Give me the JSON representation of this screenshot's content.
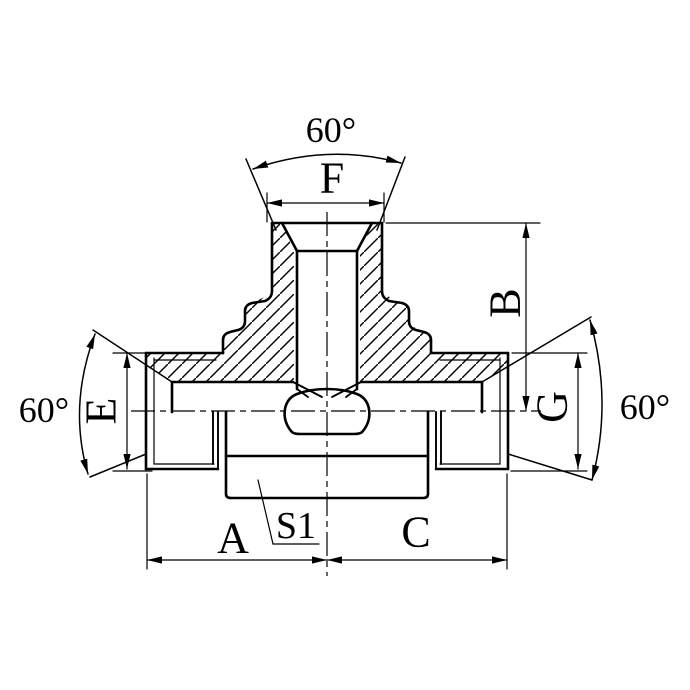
{
  "page": {
    "background": "#ffffff"
  },
  "drawing": {
    "type": "technical-section-drawing",
    "subject": "male branch tee fitting, full section view",
    "line_color": "#000000",
    "labels": {
      "angle_top": "60°",
      "angle_left": "60°",
      "angle_right": "60°",
      "dim_top_thread": "F",
      "dim_branch_height": "B",
      "dim_left_thread": "E",
      "dim_right_thread": "G",
      "dim_left_length": "A",
      "dim_right_length": "C",
      "wrench_flats": "S1"
    }
  }
}
